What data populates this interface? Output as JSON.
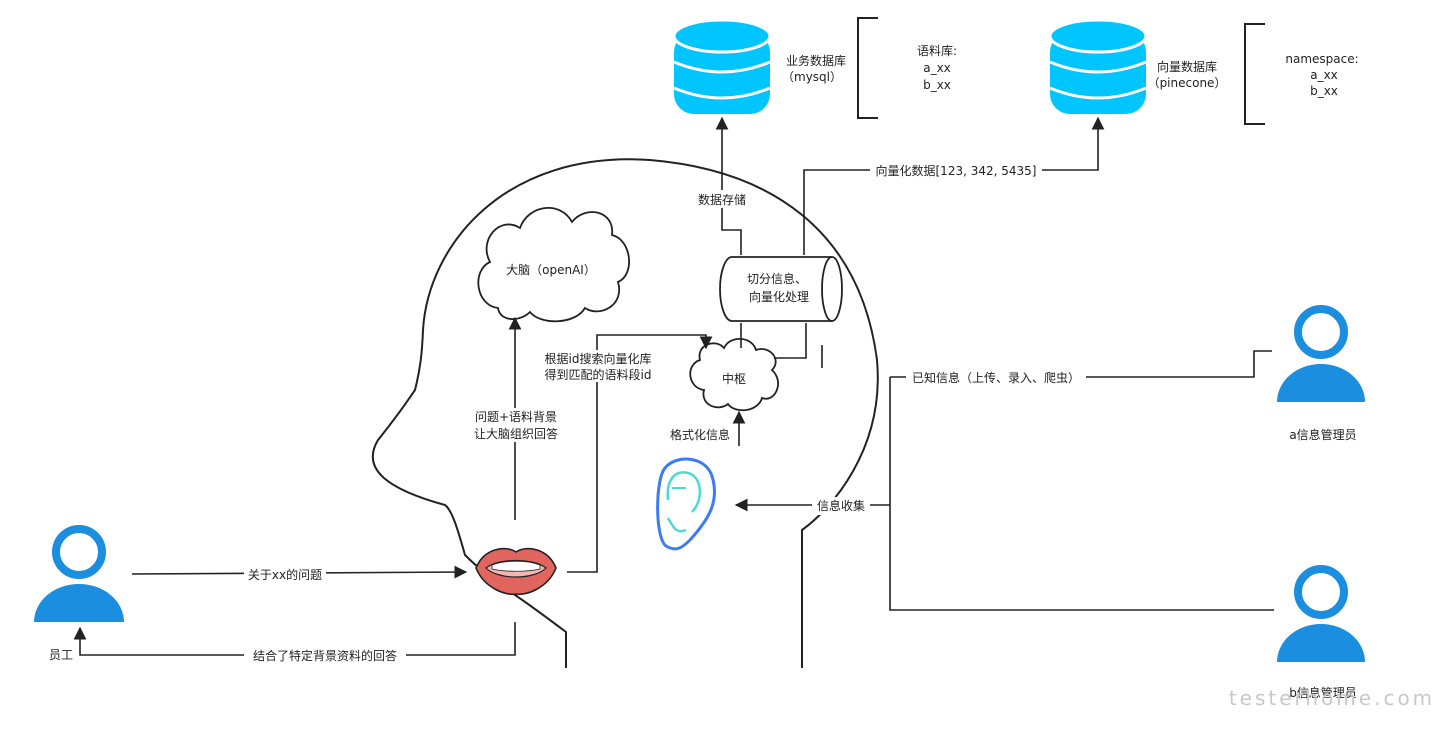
{
  "colors": {
    "db": "#00c5ff",
    "db_stroke": "#ffffff",
    "person": "#1c8ee0",
    "line": "#222222",
    "lips_outer": "#e0655f",
    "lips_inner": "#f3b7b2",
    "teeth": "#ffffff",
    "ear_outer": "#3d7bf5",
    "ear_inner": "#4fd9d2",
    "watermark": "#c8c8c8"
  },
  "databases": {
    "business": {
      "line1": "业务数据库",
      "line2": "（mysql）"
    },
    "vector": {
      "line1": "向量数据库",
      "line2": "（pinecone）"
    }
  },
  "brackets": {
    "corpus": {
      "title": "语料库:",
      "items": [
        "a_xx",
        "b_xx"
      ]
    },
    "namespace": {
      "title": "namespace:",
      "items": [
        "a_xx",
        "b_xx"
      ]
    }
  },
  "nodes": {
    "brain": "大脑（openAI）",
    "hub": "中枢",
    "process": {
      "line1": "切分信息、",
      "line2": "向量化处理"
    }
  },
  "people": {
    "employee": "员工",
    "admin_a": "a信息管理员",
    "admin_b": "b信息管理员"
  },
  "edges": {
    "storage": "数据存储",
    "vectorized": "向量化数据[123, 342, 5435]",
    "search": {
      "line1": "根据id搜索向量化库",
      "line2": "得到匹配的语料段id"
    },
    "question_context": {
      "line1": "问题+语料背景",
      "line2": "让大脑组织回答"
    },
    "format": "格式化信息",
    "known_info": "已知信息（上传、录入、爬虫）",
    "collect": "信息收集",
    "ask": "关于xx的问题",
    "answer": "结合了特定背景资料的回答"
  },
  "watermark": "testerhome.com"
}
